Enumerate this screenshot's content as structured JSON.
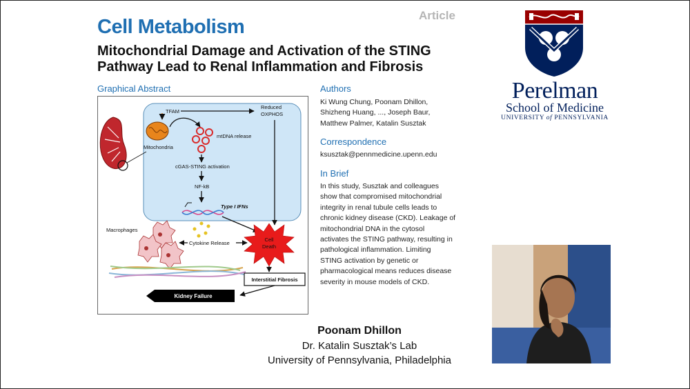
{
  "paper": {
    "journal": "Cell Metabolism",
    "article_type": "Article",
    "title_line1": "Mitochondrial Damage and Activation of the STING",
    "title_line2": "Pathway Lead to Renal Inflammation and Fibrosis",
    "graphical_abstract_heading": "Graphical Abstract",
    "authors_heading": "Authors",
    "authors_line1": "Ki Wung Chung, Poonam Dhillon,",
    "authors_line2": "Shizheng Huang, ..., Joseph Baur,",
    "authors_line3": "Matthew Palmer, Katalin Susztak",
    "correspondence_heading": "Correspondence",
    "correspondence_email": "ksusztak@pennmedicine.upenn.edu",
    "in_brief_heading": "In Brief",
    "in_brief_lines": [
      "In this study, Susztak and colleagues",
      "show that compromised mitochondrial",
      "integrity in renal tubule cells leads to",
      "chronic kidney disease (CKD). Leakage of",
      "mitochondrial DNA in the cytosol",
      "activates the STING pathway, resulting in",
      "pathological inflammation. Limiting",
      "STING activation by genetic or",
      "pharmacological means reduces disease",
      "severity in mouse models of CKD."
    ]
  },
  "diagram": {
    "tfam": "TFAM",
    "reduced_line1": "Reduced",
    "reduced_line2": "OXPHOS",
    "mitochondria": "Mitochondria",
    "mtdna_release": "mtDNA release",
    "cgas_sting": "cGAS-STING activation",
    "nfkb": "NF-kB",
    "type1_ifns": "Type I IFNs",
    "macrophages": "Macrophages",
    "cytokine_release": "Cytokine Release",
    "cell_death_line1": "Cell",
    "cell_death_line2": "Death",
    "interstitial_fibrosis": "Interstitial Fibrosis",
    "kidney_failure": "Kidney Failure"
  },
  "logo": {
    "name": "Perelman",
    "school": "School of Medicine",
    "university_prefix": "UNIVERSITY ",
    "university_of": "of",
    "university_suffix": " PENNSYLVANIA"
  },
  "presenter": {
    "name": "Poonam Dhillon",
    "lab": "Dr. Katalin Susztak’s Lab",
    "affiliation": "University of Pennsylvania, Philadelphia"
  },
  "colors": {
    "journal_blue": "#1f6fb2",
    "penn_navy": "#011f5b",
    "penn_red": "#990000",
    "cell_blue": "#cfe6f7"
  }
}
